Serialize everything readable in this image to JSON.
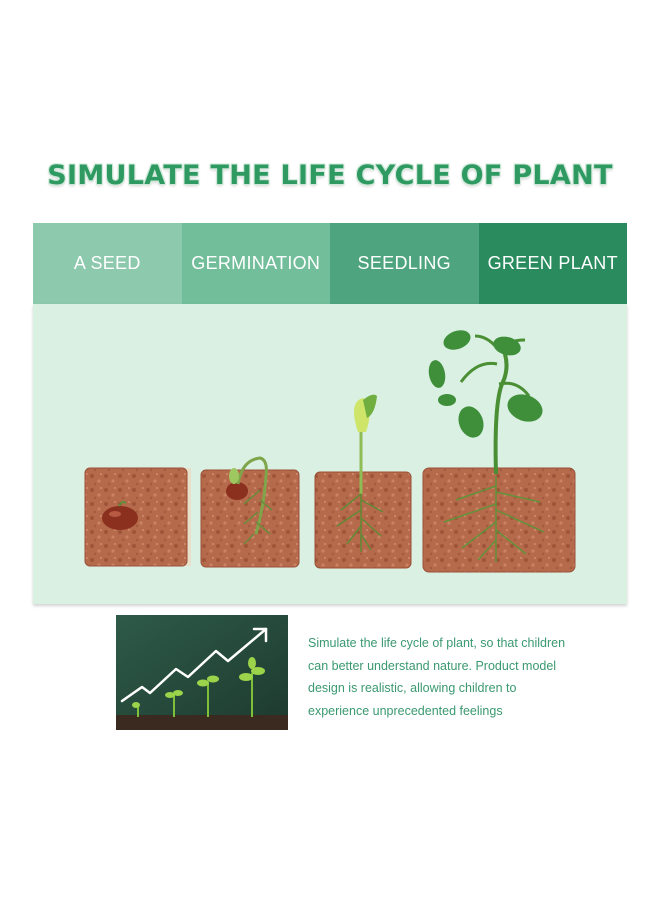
{
  "headline": "SIMULATE THE LIFE CYCLE OF PLANT",
  "stages": [
    {
      "label": "A SEED",
      "color": "#8cc9ad"
    },
    {
      "label": "GERMINATION",
      "color": "#72bd9a"
    },
    {
      "label": "SEEDLING",
      "color": "#4ea47e"
    },
    {
      "label": "GREEN PLANT",
      "color": "#2a8c5e"
    }
  ],
  "description_lines": [
    "Simulate the life cycle of plant, so that children",
    "can better understand nature. Product model",
    "design is realistic, allowing children to",
    "experience unprecedented feelings"
  ],
  "colors": {
    "headline": "#2e9a62",
    "panel": "#d9f0e2",
    "soil": "#b5664a",
    "leaf": "#3f8f3a",
    "caption": "#3a9970"
  }
}
